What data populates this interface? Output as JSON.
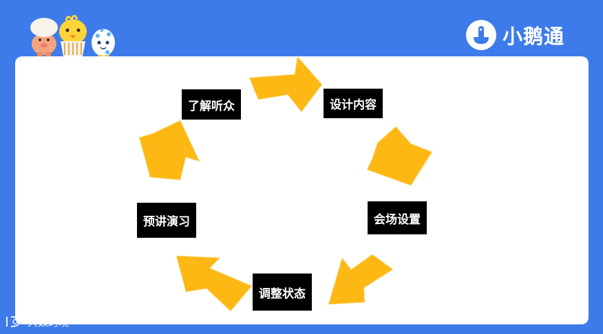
{
  "brand": {
    "name": "小鹅通"
  },
  "cycle": {
    "nodes": [
      {
        "label": "了解听众"
      },
      {
        "label": "设计内容"
      },
      {
        "label": "会场设置"
      },
      {
        "label": "调整状态"
      },
      {
        "label": "预讲演习"
      }
    ],
    "arrow_color": "#FDB813",
    "node_color": "#000000"
  },
  "watermark": {
    "text": "大数跨境"
  },
  "colors": {
    "background": "#3D7BEA",
    "card": "#FFFFFF"
  }
}
